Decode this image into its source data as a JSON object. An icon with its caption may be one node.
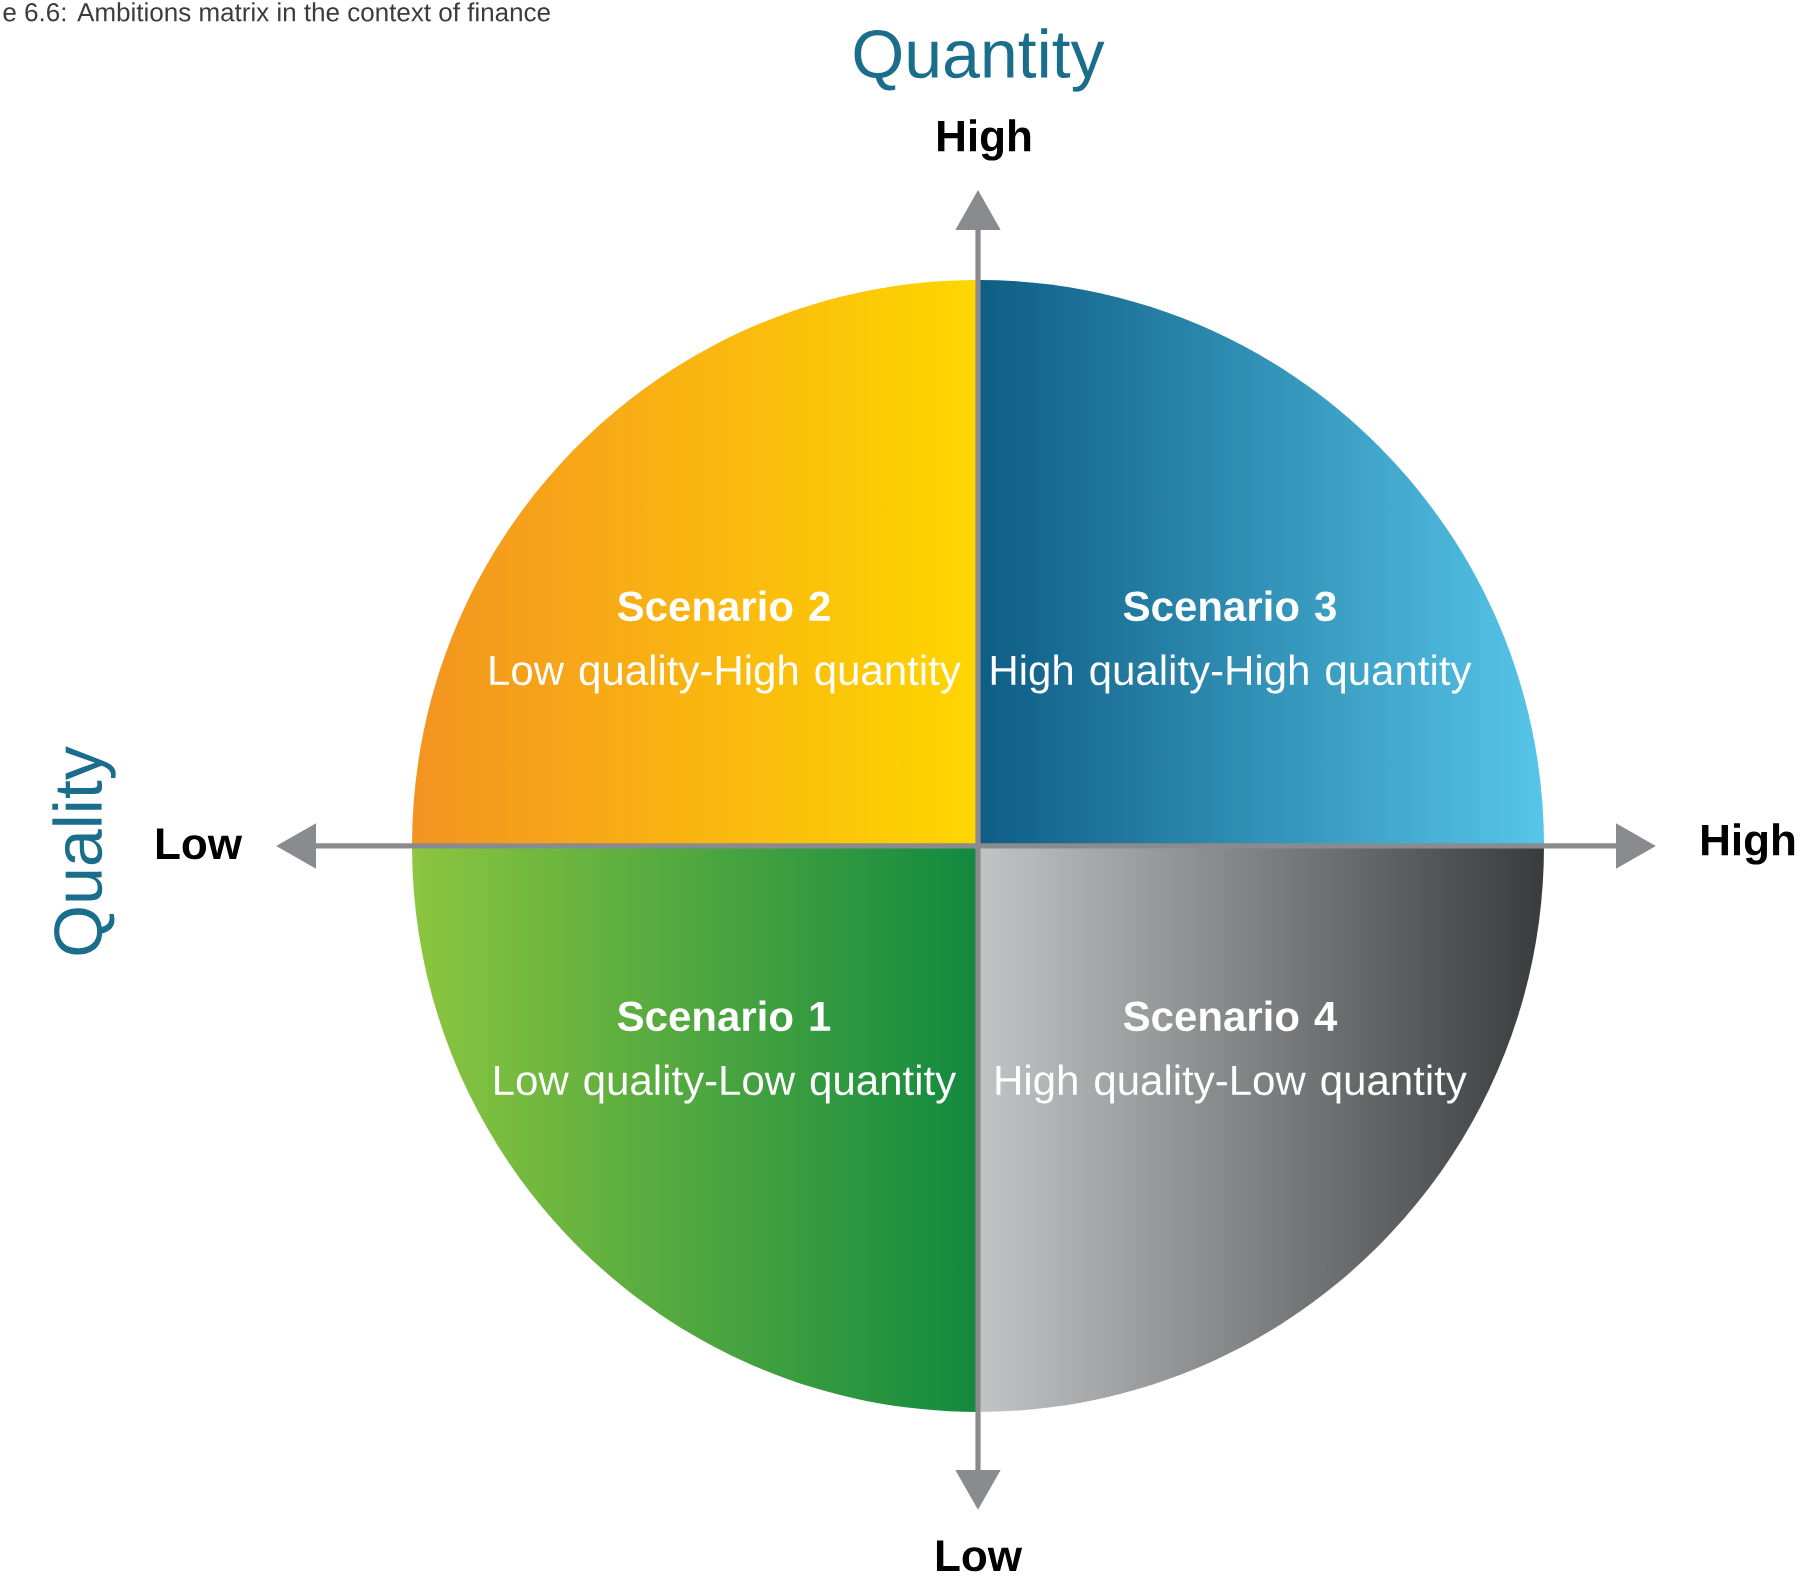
{
  "diagram": {
    "title": "e 6.6: Ambitions matrix in the context of finance",
    "nodes": [
      {
        "text": [
          "Scenario 2",
          "Low quality-High quantity"
        ]
      },
      {
        "text": [
          "Scenario 3",
          "High quality-High quantity"
        ]
      },
      {
        "text": [
          "Scenario 1",
          "Low quality-Low quantity"
        ]
      },
      {
        "text": [
          "Scenario 4",
          "High quality-Low quantity"
        ]
      }
    ],
    "labels": [
      "Quantity",
      "High",
      "Quality",
      "Low",
      "High",
      "Low"
    ]
  }
}
